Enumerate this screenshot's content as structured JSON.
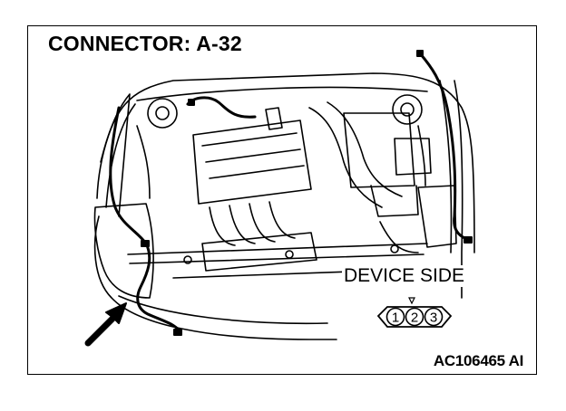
{
  "title": "CONNECTOR: A-32",
  "device_side_label": "DEVICE SIDE",
  "connector_pins": [
    "1",
    "2",
    "3"
  ],
  "figure_code": "AC106465 AI",
  "colors": {
    "ink": "#000000",
    "background": "#ffffff"
  }
}
